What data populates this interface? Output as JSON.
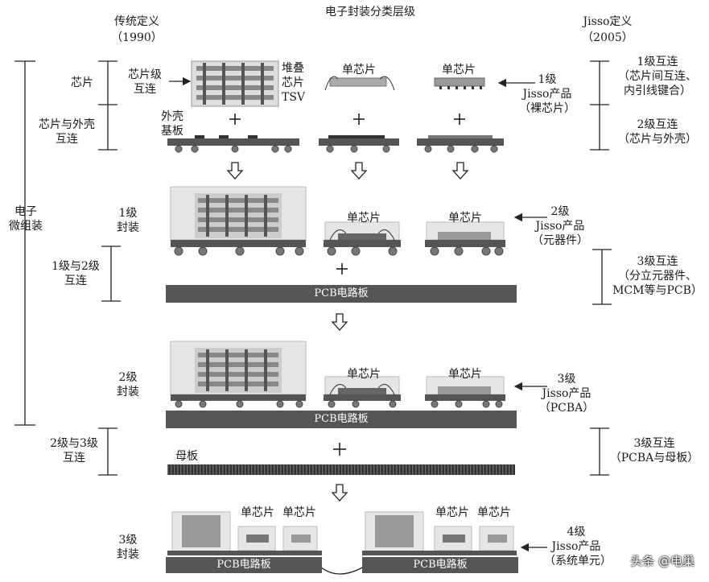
{
  "title": "电子封装分类层级",
  "left_header": {
    "title": "传统定义",
    "year": "（1990）"
  },
  "right_header": {
    "title": "Jisso定义",
    "year": "（2005）"
  },
  "left_labels": {
    "chip": "芯片",
    "chip_shell": "芯片与外壳\n互连",
    "electronic_micro": "电子\n微组装",
    "level1_pkg": "1级\n封装",
    "level12_conn": "1级与2级\n互连",
    "level2_pkg": "2级\n封装",
    "level23_conn": "2级与3级\n互连",
    "level3_pkg": "3级\n封装"
  },
  "right_labels": {
    "jisso1": "1级\nJisso产品\n（裸芯片）",
    "conn1": "1级互连\n（芯片间互连、\n内引线键合）",
    "conn2": "2级互连\n（芯片与外壳）",
    "jisso2": "2级\nJisso产品\n（元器件）",
    "conn3a": "3级互连\n（分立元器件、\nMCM等与PCB）",
    "jisso3": "3级\nJisso产品\n（PCBA）",
    "conn3b": "3级互连\n（PCBA与母板）",
    "jisso4": "4级\nJisso产品\n（系统单元）"
  },
  "inline_labels": {
    "chip_level_conn": "芯片级\n互连",
    "stack_tsv": "堆叠\n芯片\nTSV",
    "shell_substrate": "外壳\n基板",
    "single_chip": "单芯片",
    "pcb": "PCB电路板",
    "motherboard": "母板"
  },
  "watermark": "头条 @电巢"
}
